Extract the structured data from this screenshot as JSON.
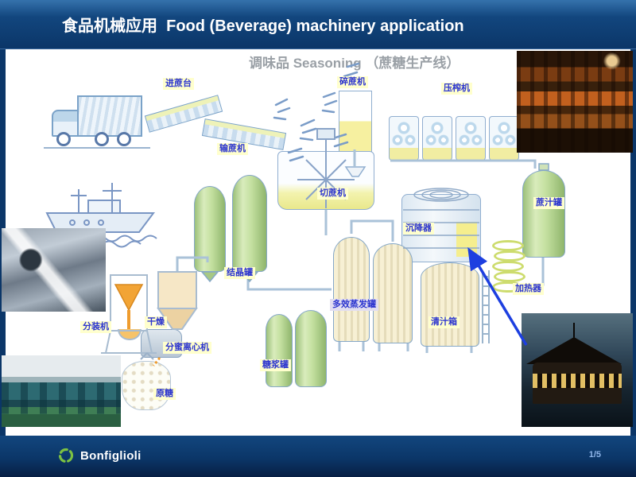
{
  "slide": {
    "title": "食品机械应用  Food (Beverage) machinery application",
    "footer": {
      "logo_text": "Bonfiglioli",
      "page_indicator": "1/5"
    }
  },
  "diagram": {
    "subtitle": "调味品 Seasoning （蔗糖生产线）",
    "labels": {
      "cane_feeding_table": "进蔗台",
      "cane_conveyor": "输蔗机",
      "cane_crusher": "碎蔗机",
      "press": "压榨机",
      "cane_cutter": "切蔗机",
      "settler": "沉降器",
      "cane_juice_tank": "蔗汁罐",
      "heater": "加热器",
      "crystallizer": "结晶罐",
      "multi_effect_evaporator": "多效蒸发罐",
      "clear_juice_tank": "清汁箱",
      "filling_machine": "分装机",
      "drying": "干燥",
      "molasses_centrifuge": "分蜜离心机",
      "syrup_tank": "糖浆罐",
      "raw_sugar": "原糖"
    },
    "photos": {
      "top_right": "sugar-mill-press-photo",
      "middle_left": "machine-detail-photo",
      "bottom_left": "centrifuge-workshop-photo",
      "bottom_right": "sugar-plant-night-photo"
    }
  },
  "colors": {
    "header_blue": "#0d3e74",
    "label_blue": "#2c35cf",
    "label_bg": "#ffffcd",
    "logo_green": "#7cc142",
    "arrow_blue": "#1d3fe0"
  }
}
